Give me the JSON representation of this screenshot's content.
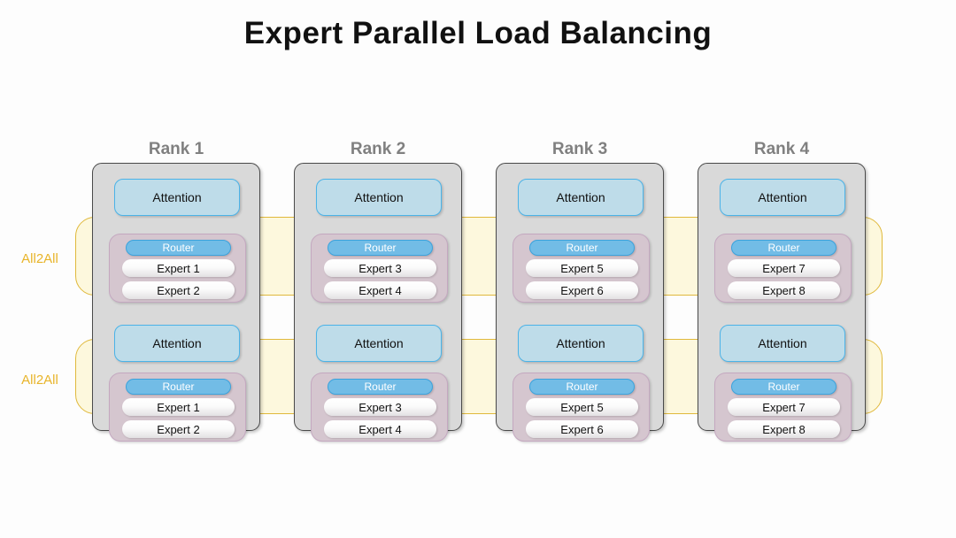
{
  "title": "Expert Parallel Load Balancing",
  "colors": {
    "accent_a2a": "#e8b429",
    "band_fill": "#fdf8dd",
    "rank_fill": "#d9d9d9",
    "attention_fill": "#bedce9",
    "router_fill": "#72bce6",
    "moe_fill": "#d5c6cf",
    "rank_label": "#808080"
  },
  "a2a_bands": [
    {
      "label": "All2All"
    },
    {
      "label": "All2All"
    }
  ],
  "ranks": [
    {
      "label": "Rank 1",
      "layers": [
        {
          "attention": "Attention",
          "router": "Router",
          "experts": [
            "Expert 1",
            "Expert 2"
          ]
        },
        {
          "attention": "Attention",
          "router": "Router",
          "experts": [
            "Expert 1",
            "Expert 2"
          ]
        }
      ]
    },
    {
      "label": "Rank 2",
      "layers": [
        {
          "attention": "Attention",
          "router": "Router",
          "experts": [
            "Expert 3",
            "Expert 4"
          ]
        },
        {
          "attention": "Attention",
          "router": "Router",
          "experts": [
            "Expert 3",
            "Expert 4"
          ]
        }
      ]
    },
    {
      "label": "Rank 3",
      "layers": [
        {
          "attention": "Attention",
          "router": "Router",
          "experts": [
            "Expert 5",
            "Expert 6"
          ]
        },
        {
          "attention": "Attention",
          "router": "Router",
          "experts": [
            "Expert 5",
            "Expert 6"
          ]
        }
      ]
    },
    {
      "label": "Rank 4",
      "layers": [
        {
          "attention": "Attention",
          "router": "Router",
          "experts": [
            "Expert 7",
            "Expert 8"
          ]
        },
        {
          "attention": "Attention",
          "router": "Router",
          "experts": [
            "Expert 7",
            "Expert 8"
          ]
        }
      ]
    }
  ]
}
